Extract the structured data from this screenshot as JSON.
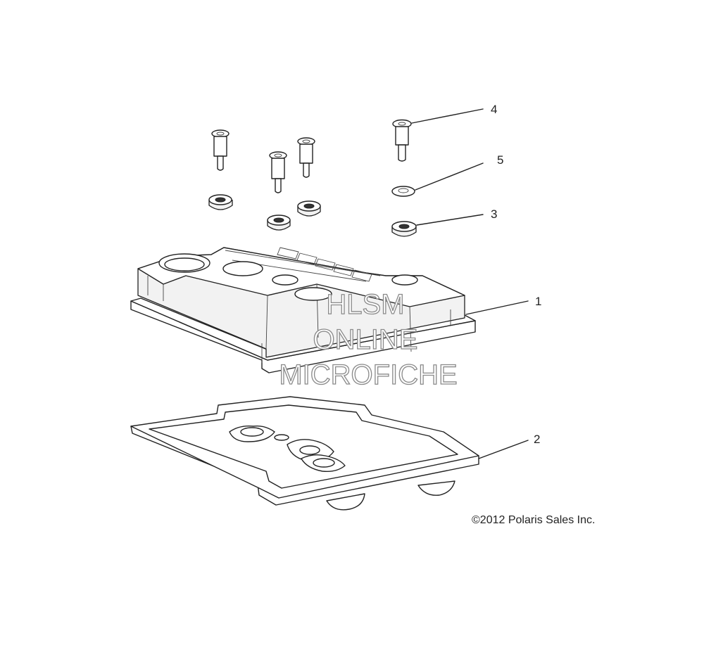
{
  "callouts": [
    {
      "id": "1",
      "label": "1"
    },
    {
      "id": "2",
      "label": "2"
    },
    {
      "id": "3",
      "label": "3"
    },
    {
      "id": "4",
      "label": "4"
    },
    {
      "id": "5",
      "label": "5"
    }
  ],
  "watermark": {
    "line1": "HLSM",
    "line2": "ONLINE",
    "line3": "MICROFICHE"
  },
  "copyright": "©2012 Polaris Sales Inc."
}
